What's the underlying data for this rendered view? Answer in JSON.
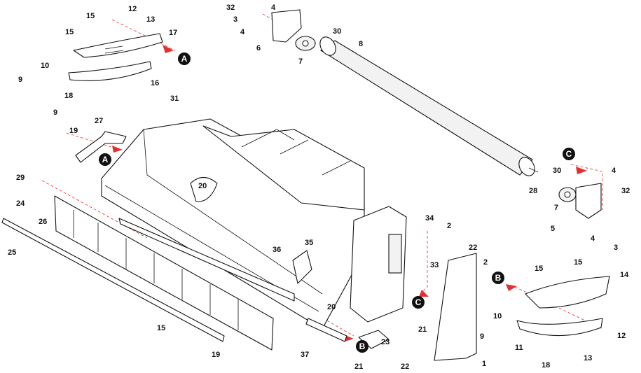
{
  "diagram": {
    "callouts": [
      "12",
      "15",
      "13",
      "15",
      "17",
      "10",
      "9",
      "16",
      "18",
      "32",
      "4",
      "3",
      "4",
      "30",
      "6",
      "8",
      "7",
      "31",
      "9",
      "27",
      "19",
      "30",
      "4",
      "32",
      "28",
      "7",
      "5",
      "4",
      "3",
      "20",
      "29",
      "24",
      "26",
      "25",
      "34",
      "2",
      "22",
      "33",
      "36",
      "35",
      "2",
      "15",
      "15",
      "14",
      "20",
      "21",
      "10",
      "9",
      "11",
      "12",
      "13",
      "18",
      "1",
      "23",
      "15",
      "19",
      "37",
      "21",
      "22"
    ],
    "connectors": [
      "A",
      "A",
      "B",
      "B",
      "C",
      "C"
    ],
    "colors": {
      "arrow": "#e03030",
      "connector": "#111111",
      "line": "#111111"
    }
  }
}
